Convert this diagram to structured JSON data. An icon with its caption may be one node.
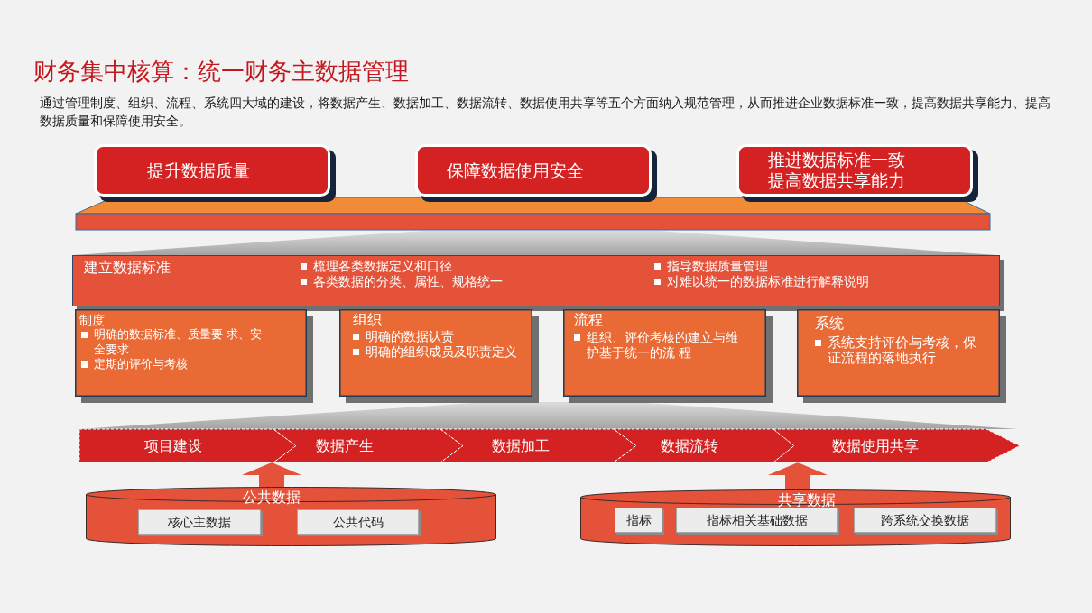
{
  "diagram": {
    "title": "财务集中核算：统一财务主数据管理",
    "nodes": [
      {
        "text": [
          "提升数据质量"
        ]
      },
      {
        "text": [
          "保障数据使用安全"
        ]
      },
      {
        "text": [
          "推进数据标准一致",
          "提高数据共享能力"
        ]
      },
      {
        "text": [
          "建立数据标准",
          "梳理各类数据定义和口径",
          "各类数据的分类、属性、规格统一",
          "指导数据质量管理",
          "对难以统一的数据标准进行解释说明"
        ]
      },
      {
        "text": [
          "制度",
          "明确的数据标准、质量要 求、安全要求",
          "定期的评价与考核"
        ]
      },
      {
        "text": [
          "组织",
          "明确的数据认责",
          "明确的组织成员及职责定义"
        ]
      },
      {
        "text": [
          "流程",
          "组织、评价考核的建立与维护基于统一的流 程"
        ]
      },
      {
        "text": [
          "系统",
          "系统支持评价与考核，保证流程的落地执行"
        ]
      },
      {
        "text": [
          "项目建设"
        ]
      },
      {
        "text": [
          "数据产生"
        ]
      },
      {
        "text": [
          "数据加工"
        ]
      },
      {
        "text": [
          "数据流转"
        ]
      },
      {
        "text": [
          "数据使用共享"
        ]
      },
      {
        "text": [
          "公共数据"
        ]
      },
      {
        "text": [
          "核心主数据"
        ],
        "in": 13
      },
      {
        "text": [
          "公共代码"
        ],
        "in": 13
      },
      {
        "text": [
          "共享数据"
        ]
      },
      {
        "text": [
          "指标"
        ],
        "in": 16
      },
      {
        "text": [
          "指标相关基础数据"
        ],
        "in": 16
      },
      {
        "text": [
          "跨系统交换数据"
        ],
        "in": 16
      }
    ],
    "edges": [
      {
        "from": 13,
        "to": 8,
        "arrow": "to"
      },
      {
        "from": 16,
        "to": 12,
        "arrow": "to"
      }
    ],
    "labels": [
      "通过管理制度、组织、流程、系统四大域的建设，将数据产生、数据加工、数据流转、数据使用共享等五个方面纳入规范管理，从而推进企业数据标准一致，提高数据共享能力、提高数据质量和保障使用安全。"
    ]
  }
}
